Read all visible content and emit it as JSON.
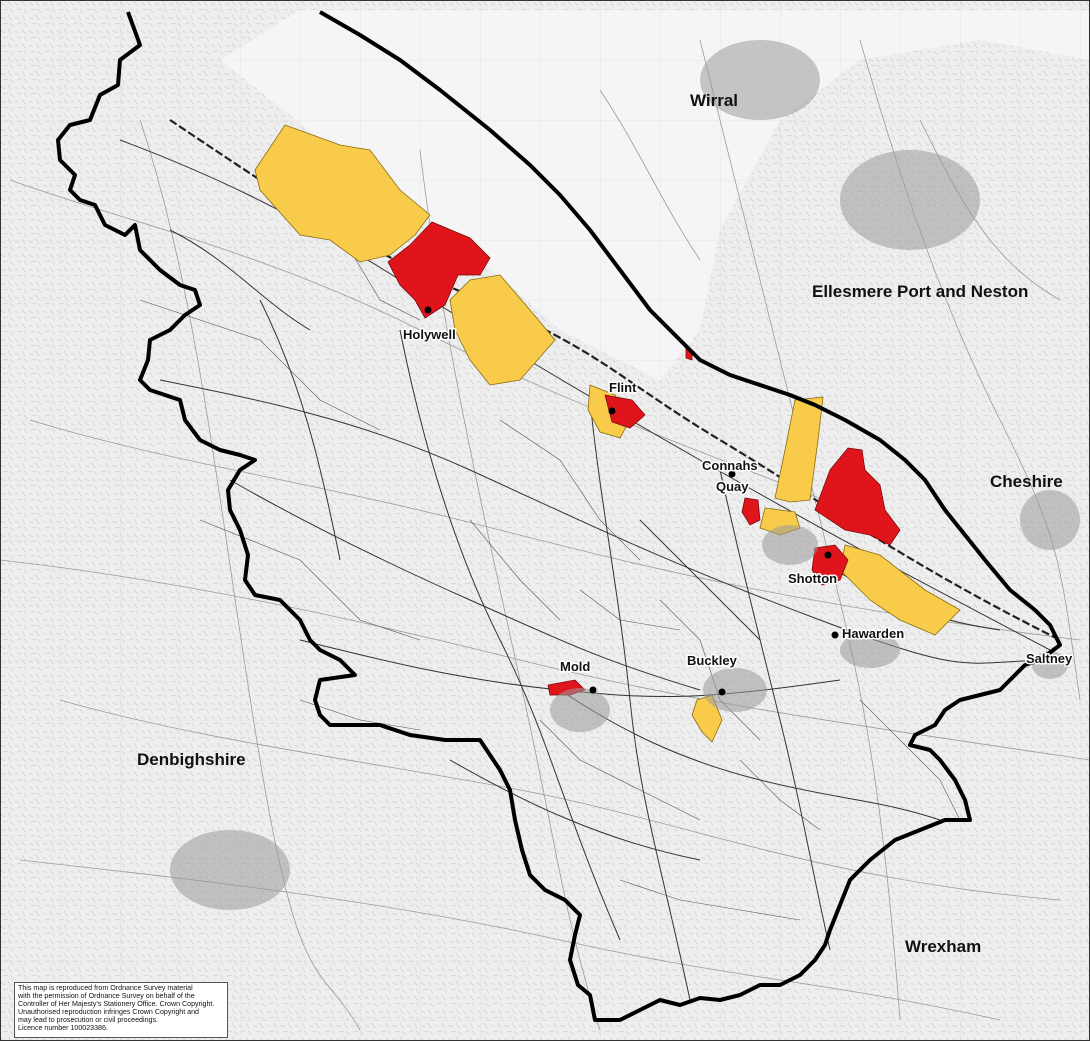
{
  "regions": {
    "wirral": "Wirral",
    "ellesmere": "Ellesmere Port and Neston",
    "cheshire": "Cheshire",
    "denbighshire": "Denbighshire",
    "wrexham": "Wrexham"
  },
  "towns": {
    "holywell": "Holywell",
    "flint": "Flint",
    "connahs_quay_1": "Connahs",
    "connahs_quay_2": "Quay",
    "shotton": "Shotton",
    "hawarden": "Hawarden",
    "saltney": "Saltney",
    "mold": "Mold",
    "buckley": "Buckley"
  },
  "copyright": {
    "lines": [
      "This map is reproduced from Ordnance Survey material",
      "with the permission of Ordnance Survey on behalf of the",
      "Controller of Her Majesty's Stationery Office. Crown Copyright.",
      "Unauthorised reproduction infringes Crown Copyright and",
      "may lead to prosecution or civil proceedings.",
      "Licence number 100023386."
    ]
  },
  "colors": {
    "zone_yellow": "#f8cc4a",
    "zone_red": "#e0151b",
    "boundary": "#000000",
    "estuary": "#f5f5f5"
  }
}
